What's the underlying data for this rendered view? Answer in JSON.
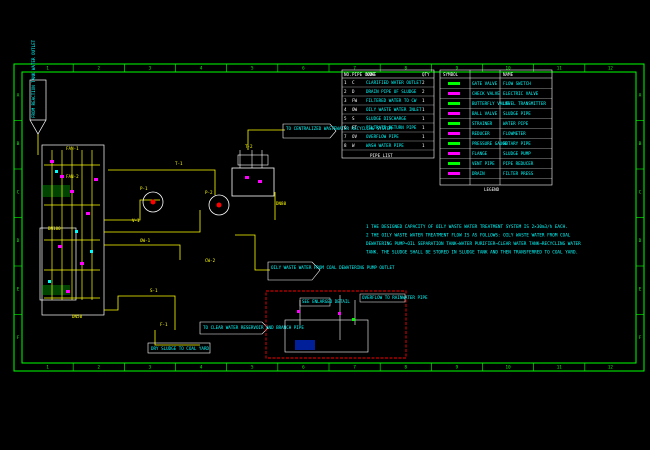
{
  "drawing": {
    "colors": {
      "background": "#000000",
      "border": "#00ff00",
      "equipment": "#ffffff",
      "pipe_yellow": "#ffff00",
      "cyan_text": "#00ffff",
      "magenta_valves": "#ff00ff",
      "detail_frame": "#ff0000",
      "blue_text": "#4060ff"
    },
    "grid_numbers_top": [
      "1",
      "2",
      "3",
      "4",
      "5",
      "6",
      "7",
      "8",
      "9",
      "10",
      "11",
      "12"
    ],
    "grid_numbers_bottom": [
      "1",
      "2",
      "3",
      "4",
      "5",
      "6",
      "7",
      "8",
      "9",
      "10",
      "11",
      "12"
    ],
    "grid_letters_left": [
      "A",
      "B",
      "C",
      "D",
      "E",
      "F"
    ],
    "grid_letters_right": [
      "A",
      "B",
      "C",
      "D",
      "E",
      "F"
    ],
    "left_tank_label": "FROM REACTION TANK WATER OUTLET",
    "top_flow_label": "TO CENTRALIZED WASTEWATER RECYCLING SYSTEM",
    "right_flow_label": "OILY WASTE WATER FROM COAL DEWATERING PUMP OUTLET",
    "bottom_flow_label": "TO CLEAR WATER RESERVOIR AND BRANCH PIPE",
    "sludge_label": "DRY SLUDGE TO COAL YARD",
    "detail_label_1": "SEE ENLARGED DETAIL",
    "detail_label_2": "OVERFLOW TO RAINWATER PIPE",
    "pipe_list_header": [
      "NO.",
      "PIPE CODE",
      "NAME",
      "QTY"
    ],
    "pipe_list": [
      [
        "1",
        "C",
        "CLARIFIED WATER OUTLET",
        "2"
      ],
      [
        "2",
        "D",
        "DRAIN PIPE OF SLUDGE",
        "2"
      ],
      [
        "3",
        "FW",
        "FILTERED WATER TO CW",
        "1"
      ],
      [
        "4",
        "OW",
        "OILY WASTE WATER INLET",
        "1"
      ],
      [
        "5",
        "S",
        "SLUDGE DISCHARGE",
        "1"
      ],
      [
        "6",
        "FT",
        "FILTRATE RETURN PIPE",
        "1"
      ],
      [
        "7",
        "OV",
        "OVERFLOW PIPE",
        "1"
      ],
      [
        "8",
        "W",
        "WASH WATER PIPE",
        "1"
      ]
    ],
    "pipe_list_caption": "PIPE LIST",
    "legend_header": [
      "SYMBOL",
      "NAME"
    ],
    "legend_rows": [
      [
        "GATE VALVE",
        "FLOW SWITCH"
      ],
      [
        "CHECK VALVE",
        "ELECTRIC VALVE"
      ],
      [
        "BUTTERFLY VALVE",
        "LEVEL TRANSMITTER"
      ],
      [
        "BALL VALVE",
        "SLUDGE PIPE"
      ],
      [
        "STRAINER",
        "WATER PIPE"
      ],
      [
        "REDUCER",
        "FLOWMETER"
      ],
      [
        "PRESSURE GAUGE",
        "ROTARY PIPE"
      ],
      [
        "FLANGE",
        "SLUDGE PUMP"
      ],
      [
        "VENT PIPE",
        "PIPE REDUCER"
      ],
      [
        "DRAIN",
        "FILTER PRESS"
      ]
    ],
    "legend_caption": "LEGEND",
    "notes": [
      "1  THE DESIGNED CAPACITY OF OILY WASTE WATER TREATMENT SYSTEM IS 2×30m3/h EACH.",
      "2  THE OILY WASTE WATER TREATMENT FLOW IS AS FOLLOWS: OILY WASTE WATER FROM COAL",
      "DEWATERING PUMP→OIL SEPARATION TANK→WATER PURIFIER→CLEAR WATER TANK→RECYCLING WATER",
      "TANK. THE SLUDGE SHALL BE STORED IN SLUDGE TANK AND THEN TRANSFERRED TO COAL YARD."
    ],
    "equipment_labels": [
      "FAN-1",
      "FAN-2",
      "P-1",
      "P-2",
      "T-1",
      "T-2",
      "V-1",
      "OW-1",
      "CW-2",
      "S-1",
      "F-1",
      "DN80",
      "DN100",
      "DN50"
    ]
  }
}
